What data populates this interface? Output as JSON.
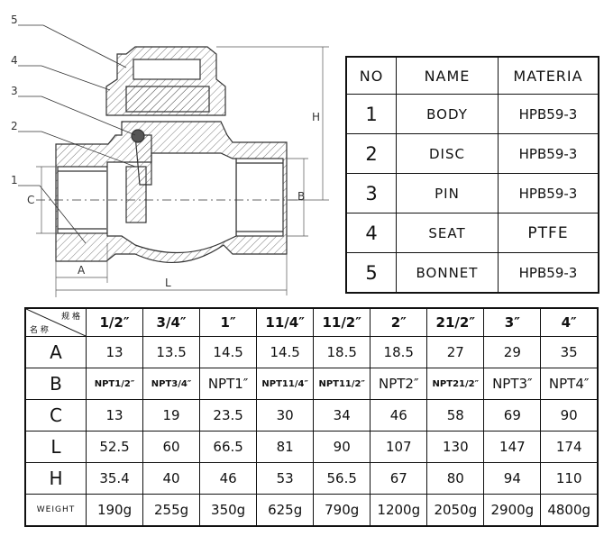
{
  "callouts": [
    "5",
    "4",
    "3",
    "2",
    "1"
  ],
  "dims": {
    "H": "H",
    "B": "B",
    "C": "C",
    "A": "A",
    "L": "L"
  },
  "parts_table": {
    "headers": [
      "NO",
      "NAME",
      "MATERIA"
    ],
    "rows": [
      {
        "no": "1",
        "name": "BODY",
        "material": "HPB59-3"
      },
      {
        "no": "2",
        "name": "DISC",
        "material": "HPB59-3"
      },
      {
        "no": "3",
        "name": "PIN",
        "material": "HPB59-3"
      },
      {
        "no": "4",
        "name": "SEAT",
        "material": "PTFE"
      },
      {
        "no": "5",
        "name": "BONNET",
        "material": "HPB59-3"
      }
    ]
  },
  "size_table": {
    "corner_top": "规 格",
    "corner_bottom": "名 称",
    "sizes": [
      "1/2″",
      "3/4″",
      "1″",
      "11/4″",
      "11/2″",
      "2″",
      "21/2″",
      "3″",
      "4″"
    ],
    "rows": [
      {
        "label": "A",
        "values": [
          "13",
          "13.5",
          "14.5",
          "14.5",
          "18.5",
          "18.5",
          "27",
          "29",
          "35"
        ]
      },
      {
        "label": "B",
        "values": [
          "NPT1/2″",
          "NPT3/4″",
          "NPT1″",
          "NPT11/4″",
          "NPT11/2″",
          "NPT2″",
          "NPT21/2″",
          "NPT3″",
          "NPT4″"
        ]
      },
      {
        "label": "C",
        "values": [
          "13",
          "19",
          "23.5",
          "30",
          "34",
          "46",
          "58",
          "69",
          "90"
        ]
      },
      {
        "label": "L",
        "values": [
          "52.5",
          "60",
          "66.5",
          "81",
          "90",
          "107",
          "130",
          "147",
          "174"
        ]
      },
      {
        "label": "H",
        "values": [
          "35.4",
          "40",
          "46",
          "53",
          "56.5",
          "67",
          "80",
          "94",
          "110"
        ]
      },
      {
        "label": "WEIGHT",
        "values": [
          "190g",
          "255g",
          "350g",
          "625g",
          "790g",
          "1200g",
          "2050g",
          "2900g",
          "4800g"
        ]
      }
    ]
  }
}
